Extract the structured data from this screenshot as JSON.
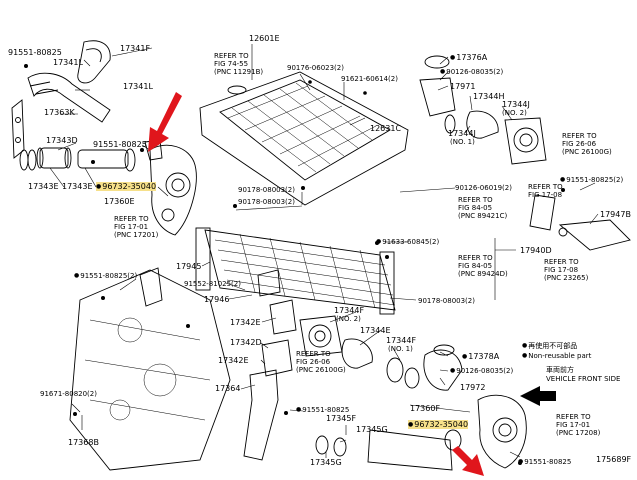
{
  "colors": {
    "arrow": "#e0161c",
    "highlight": "#f6e08a",
    "line": "#000000"
  },
  "icons": {
    "pointer_arrow": "red-arrow-icon",
    "bolt": "bolt-icon",
    "front_arrow": "black-arrow-icon"
  },
  "labels": {
    "p17341F": "17341F",
    "p91551_top": "91551-80825",
    "p17341L_a": "17341L",
    "p17341L_b": "17341L",
    "p17363K": "17363K",
    "p17343D": "17343D",
    "p17343E_a": "17343E",
    "p17343E_b": "17343E",
    "p91551_82": "91551-80825",
    "p96732_top": "96732-35040",
    "p17360E": "17360E",
    "p12601E": "12601E",
    "p90176": "90176-06023(2)",
    "p91621": "91621-60614(2)",
    "p12631C": "12631C",
    "p17376A": "17376A",
    "p90126_a": "90126-08035(2)",
    "p17971": "17971",
    "p17344H": "17344H",
    "p17344J_a": "17344J",
    "p17344J_a_no": "(NO. 2)",
    "p17344J_b": "17344J",
    "p17344J_b_no": "(NO. 1)",
    "p90178_a": "90178-08003(2)",
    "p90178_b": "90178-08003(2)",
    "p90126_b": "90126-06019(2)",
    "p91551_r": "91551-80825(2)",
    "p17947B": "17947B",
    "p17940D": "17940D",
    "p91633": "91633-60845(2)",
    "p17945": "17945",
    "p91551_l": "91551-80825(2)",
    "p91552": "91552-81025(2)",
    "p17946": "17946",
    "p90178_c": "90178-08003(2)",
    "p17342E": "17342E",
    "p17344F_a": "17344F",
    "p17344F_a_no": "(NO. 2)",
    "p17344E": "17344E",
    "p17344F_b": "17344F",
    "p17344F_b_no": "(NO. 1)",
    "p17342D": "17342D",
    "p17342E_b": "17342E",
    "p17378A": "17378A",
    "p90126_c": "90126-08035(2)",
    "p17972": "17972",
    "p17364": "17364",
    "p91671": "91671-80820(2)",
    "p17368B": "17368B",
    "p91551_b": "91551-80825",
    "p17345F": "17345F",
    "p17345G_a": "17345G",
    "p17345G_b": "17345G",
    "p17360F": "17360F",
    "p96732_bot": "96732-35040",
    "p91551_br": "91551-80825",
    "fig_id": "175689F"
  },
  "refs": {
    "r_7455": [
      "REFER TO",
      "FIG 74-55",
      "(PNC 11291B)"
    ],
    "r_1701_top": [
      "REFER TO",
      "FIG 17-01",
      "(PNC 17201)"
    ],
    "r_2605_top": [
      "REFER TO",
      "FIG 26-06",
      "(PNC 26100G)"
    ],
    "r_8405_a": [
      "REFER TO",
      "FIG 84-05",
      "(PNC 89421C)"
    ],
    "r_8405_b": [
      "REFER TO",
      "FIG 84-05",
      "(PNC 89424D)"
    ],
    "r_1708_top": [
      "REFER TO",
      "FIG 17-08"
    ],
    "r_1708_bot": [
      "REFER TO",
      "FIG 17-08",
      "(PNC 23265)"
    ],
    "r_2606_bot": [
      "REFER TO",
      "FIG 26-06",
      "(PNC 26100G)"
    ],
    "r_1701_bot": [
      "REFER TO",
      "FIG 17-01",
      "(PNC 17208)"
    ]
  },
  "legend": {
    "not_sold": "再使用不可部品",
    "non_reusable": "Non-reusable part",
    "front_jp": "車両前方",
    "front_en": "VEHICLE FRONT SIDE"
  }
}
